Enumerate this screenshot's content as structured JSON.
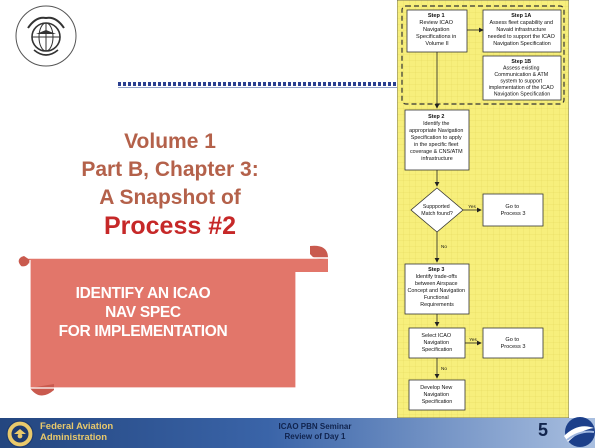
{
  "title": {
    "line1": "Volume 1",
    "line2": "Part B, Chapter 3:",
    "line3": "A Snapshot of",
    "line4": "Process #2"
  },
  "banner": {
    "line1": "IDENTIFY AN ICAO",
    "line2": "NAV SPEC",
    "line3": "FOR IMPLEMENTATION"
  },
  "logo": {
    "text": "ICAO · OACI · ИКАО"
  },
  "flowchart": {
    "step1": [
      "Step 1",
      "Review ICAO",
      "Navigation",
      "Specifications in",
      "Volume II"
    ],
    "step1a": [
      "Step 1A",
      "Assess fleet capability and",
      "Navaid infrastructure",
      "needed to support the ICAO",
      "Navigation Specification"
    ],
    "step1b": [
      "Step 1B",
      "Assess existing",
      "Communication & ATM",
      "system to support",
      "implementation of the ICAO",
      "Navigation Specification"
    ],
    "step2": [
      "Step 2",
      "Identify the",
      "appropriate Navigation",
      "Specification to apply",
      "in the specific fleet",
      "coverage & CNS/ATM",
      "infrastructure"
    ],
    "decision": [
      "Suppported",
      "Match found?"
    ],
    "decision_yes": "Yes",
    "decision_no": "No",
    "goto1": [
      "Go to",
      "Process 3"
    ],
    "step3": [
      "Step 3",
      "Identify trade-offs",
      "between Airspace",
      "Concept and Navigation",
      "Functional",
      "Requirements"
    ],
    "select": [
      "Select ICAO",
      "Navigation",
      "Specification"
    ],
    "select_yes": "Yes",
    "select_no": "No",
    "goto2": [
      "Go to",
      "Process 3"
    ],
    "develop": [
      "Develop New",
      "Navigation",
      "Specification"
    ]
  },
  "footer": {
    "faa_line1": "Federal Aviation",
    "faa_line2": "Administration",
    "seminar_line1": "ICAO PBN Seminar",
    "seminar_line2": "Review of Day 1",
    "page": "5"
  },
  "colors": {
    "title": "#b4614a",
    "title_emph": "#c62828",
    "banner": "#e2766a",
    "flow_bg": "#f7ef7c",
    "footer": "#24467f"
  }
}
